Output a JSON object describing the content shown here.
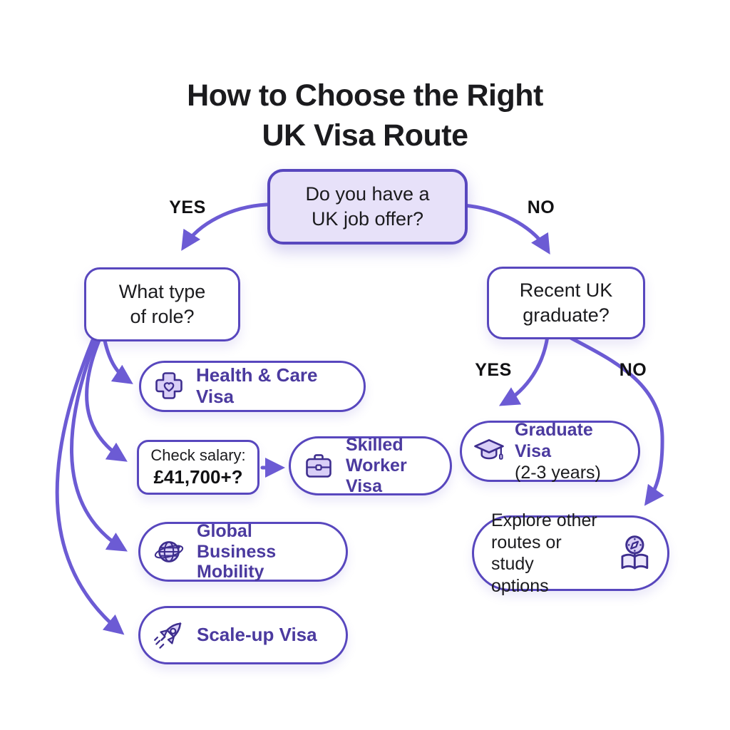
{
  "colors": {
    "border_purple": "#5847BE",
    "arrow_purple": "#6C5BD4",
    "text_purple": "#4B3A9F",
    "text_dark": "#1B1B1E",
    "lavender_fill": "#E7E1F9",
    "icon_fill": "#D9CFF7",
    "icon_stroke": "#3E2E8E",
    "background": "#FFFFFF"
  },
  "title": {
    "lines": [
      "How to Choose the Right",
      "UK Visa Route"
    ]
  },
  "root": {
    "question_lines": [
      "Do you have a",
      "UK job offer?"
    ]
  },
  "labels": {
    "root_yes": "YES",
    "root_no": "NO",
    "grad_yes": "YES",
    "grad_no": "NO"
  },
  "left_branch": {
    "question_lines": [
      "What type",
      "of role?"
    ],
    "health_option": {
      "icon": "medical-cross-heart",
      "label": "Health & Care Visa"
    },
    "salary_check": {
      "line1": "Check salary:",
      "line2": "£41,700+?"
    },
    "skilled_option": {
      "icon": "briefcase",
      "label_lines": [
        "Skilled",
        "Worker Visa"
      ]
    },
    "global_option": {
      "icon": "globe",
      "label_lines": [
        "Global Business",
        "Mobility"
      ]
    },
    "scaleup_option": {
      "icon": "rocket",
      "label": "Scale-up Visa"
    }
  },
  "right_branch": {
    "question_lines": [
      "Recent UK",
      "graduate?"
    ],
    "graduate_option": {
      "icon": "graduation-cap",
      "title": "Graduate Visa",
      "subtitle": "(2-3 years)"
    },
    "other_option": {
      "icon": "book-compass",
      "lines": [
        "Explore other",
        "routes or study",
        "options"
      ]
    }
  }
}
